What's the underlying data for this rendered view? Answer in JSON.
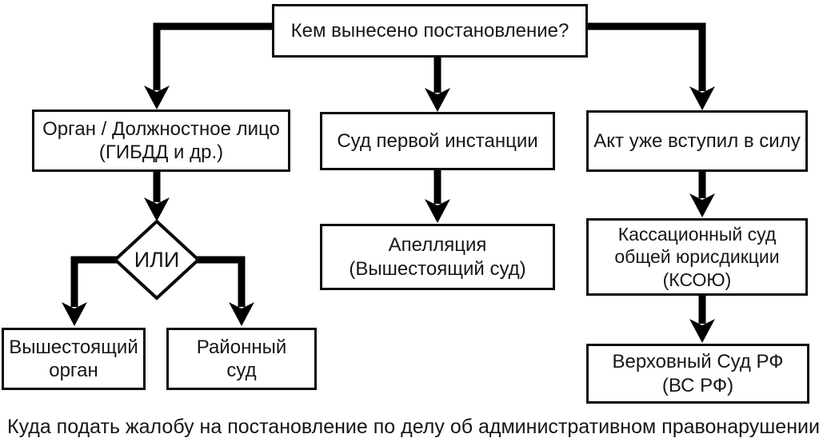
{
  "nodes": {
    "question": {
      "label": "Кем вынесено постановление?"
    },
    "organ": {
      "label": "Орган / Должностное лицо\n(ГИБДД и др.)"
    },
    "first_instance": {
      "label": "Суд первой инстанции"
    },
    "act_in_force": {
      "label": "Акт уже вступил в силу"
    },
    "or_decision": {
      "label": "ИЛИ"
    },
    "higher_organ": {
      "label": "Вышестоящий\nорган"
    },
    "district_court": {
      "label": "Районный\nсуд"
    },
    "appeal": {
      "label": "Апелляция\n(Вышестоящий суд)"
    },
    "cassation": {
      "label": "Кассационный суд\nобщей юрисдикции\n(КСОЮ)"
    },
    "supreme_court": {
      "label": "Верховный Суд РФ\n(ВС РФ)"
    }
  },
  "caption": "Куда подать жалобу на постановление по делу об административном правонарушении",
  "colors": {
    "line": "#000000",
    "box_border": "#0a0a0a",
    "background": "#ffffff",
    "text": "#161616"
  }
}
